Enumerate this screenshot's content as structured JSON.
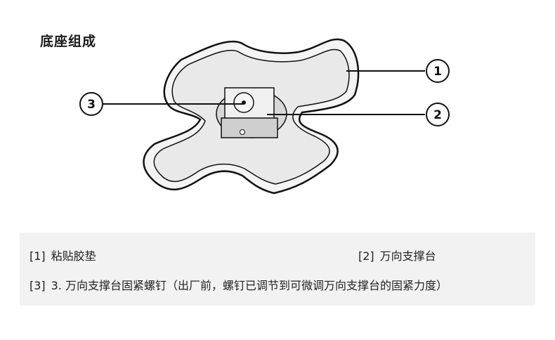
{
  "title": "底座组成",
  "callouts": [
    {
      "number": "1"
    },
    {
      "number": "2"
    },
    {
      "number": "3"
    }
  ],
  "legend": {
    "item1": {
      "number": "[1]",
      "label": "粘贴胶垫"
    },
    "item2": {
      "number": "[2]",
      "label": "万向支撑台"
    },
    "item3": {
      "number": "[3]",
      "label": "3. 万向支撑台固紧螺钉（出厂前，螺钉已调节到可微调万向支撑台的固紧力度）"
    }
  },
  "colors": {
    "line": "#111111",
    "panel_background": "#f2f2f2",
    "base_fill": "#e9e9e9"
  }
}
